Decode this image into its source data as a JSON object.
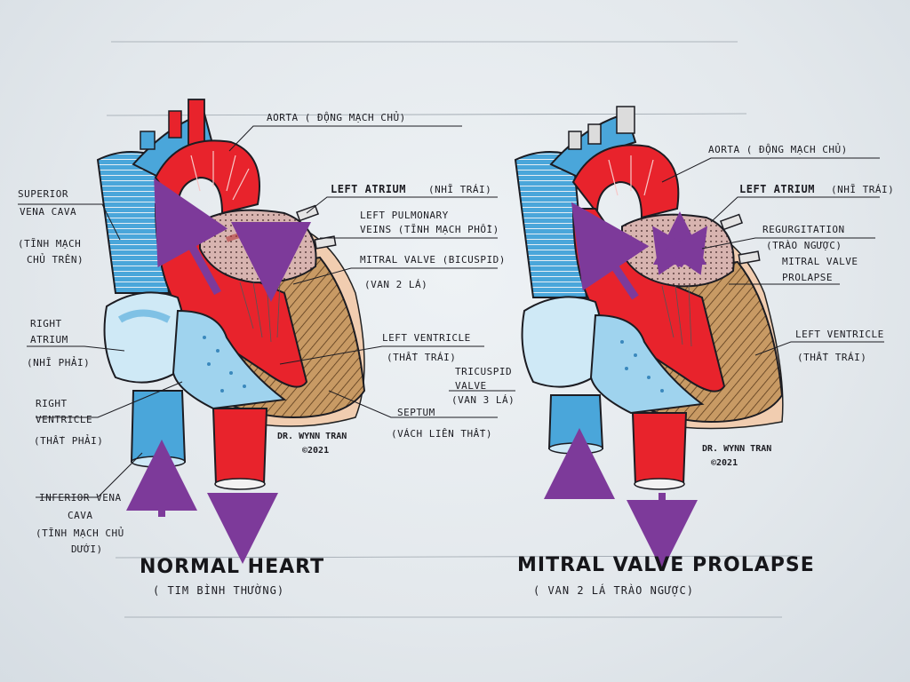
{
  "colors": {
    "vein_blue": "#4aa6da",
    "artery_red": "#e8232c",
    "muscle_brown": "#b98a55",
    "flow_purple": "#7d3a9a",
    "paper": "#e6ebef",
    "ink": "#1c1c22"
  },
  "normal": {
    "aorta": "AORTA ( ĐỘNG MẠCH CHỦ)",
    "left_atrium": "LEFT ATRIUM",
    "left_atrium_vi": "(NHĨ TRÁI)",
    "pulmonary_1": "LEFT PULMONARY",
    "pulmonary_2": "VEINS  (TĨNH MẠCH PHỔI)",
    "mitral_1": "MITRAL VALVE  (BICUSPID)",
    "mitral_2": "(VAN 2 LÁ)",
    "lv_1": "LEFT VENTRICLE",
    "lv_2": "(THẤT TRÁI)",
    "tricuspid_1": "TRICUSPID",
    "tricuspid_2": "VALVE",
    "tricuspid_3": "(VAN 3 LÁ)",
    "septum_1": "SEPTUM",
    "septum_2": "(VÁCH LIÊN THẤT)",
    "svc_1": "SUPERIOR",
    "svc_2": "VENA CAVA",
    "svc_3": "(TĨNH MẠCH",
    "svc_4": "CHỦ TRÊN)",
    "ra_1": "RIGHT",
    "ra_2": "ATRIUM",
    "ra_3": "(NHĨ PHẢI)",
    "rv_1": "RIGHT",
    "rv_2": "VENTRICLE",
    "rv_3": "(THẤT PHẢI)",
    "ivc_1": "INFERIOR VENA",
    "ivc_2": "CAVA",
    "ivc_3": "(TĨNH MẠCH CHỦ",
    "ivc_4": "DƯỚI)",
    "sig_1": "DR. WYNN TRAN",
    "sig_2": "©2021",
    "title": "NORMAL HEART",
    "subtitle": "( TIM  BÌNH THƯỜNG)"
  },
  "prolapse": {
    "aorta": "AORTA ( ĐỘNG MẠCH CHỦ)",
    "left_atrium": "LEFT ATRIUM",
    "left_atrium_vi": "(NHĨ TRÁI)",
    "regurg_1": "REGURGITATION",
    "regurg_2": "(TRÀO NGƯỢC)",
    "mvp_1": "MITRAL VALVE",
    "mvp_2": "PROLAPSE",
    "lv_1": "LEFT VENTRICLE",
    "lv_2": "(THẤT TRÁI)",
    "sig_1": "DR. WYNN TRAN",
    "sig_2": "©2021",
    "title": "MITRAL VALVE PROLAPSE",
    "subtitle": "( VAN 2 LÁ  TRÀO NGƯỢC)"
  }
}
